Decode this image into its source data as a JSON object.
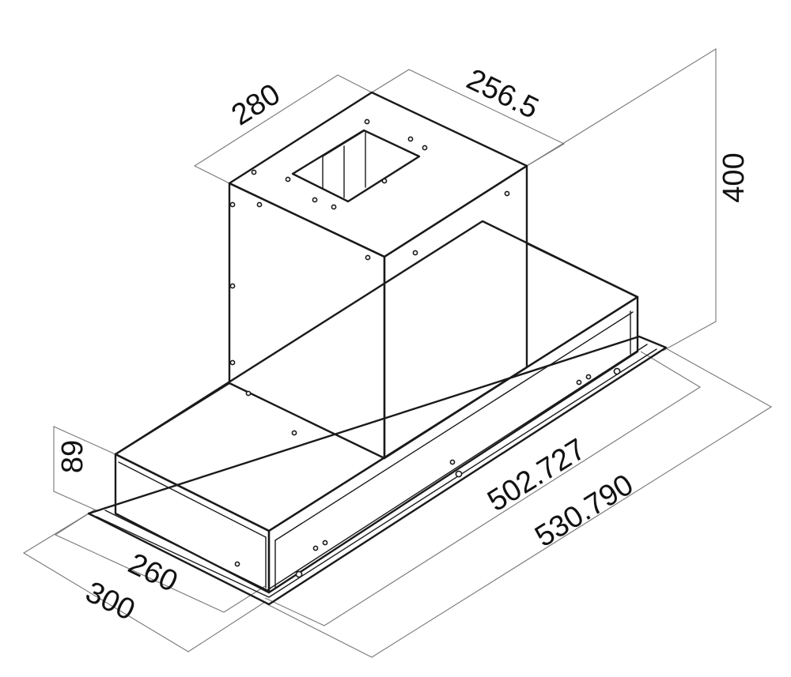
{
  "dimensions": {
    "chimney_width": "280",
    "chimney_depth": "256.5",
    "total_height": "400",
    "body_height": "89",
    "body_depth": "260",
    "frame_depth": "300",
    "body_length": "502.727",
    "frame_length": "530.790"
  }
}
